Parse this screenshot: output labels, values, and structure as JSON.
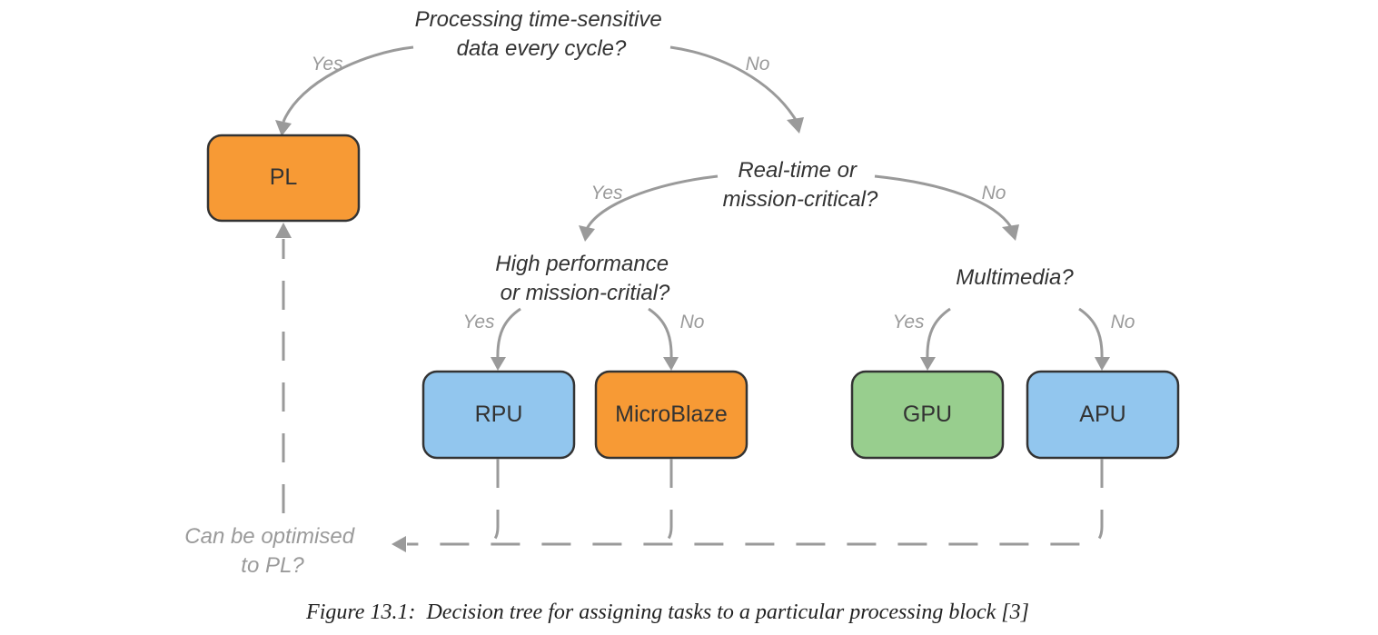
{
  "questions": {
    "q1": [
      "Processing time-sensitive",
      "data every cycle?"
    ],
    "q2": [
      "Real-time or",
      "mission-critical?"
    ],
    "q3": [
      "High performance",
      "or mission-critial?"
    ],
    "q4": [
      "Multimedia?"
    ],
    "q5": [
      "Can be optimised",
      "to PL?"
    ]
  },
  "edge_labels": {
    "yes": "Yes",
    "no": "No"
  },
  "nodes": {
    "pl": {
      "label": "PL",
      "color": "#f79a35"
    },
    "rpu": {
      "label": "RPU",
      "color": "#92c6ee"
    },
    "microblaze": {
      "label": "MicroBlaze",
      "color": "#f79a35"
    },
    "gpu": {
      "label": "GPU",
      "color": "#98ce8e"
    },
    "apu": {
      "label": "APU",
      "color": "#92c6ee"
    }
  },
  "caption": "Figure 13.1:  Decision tree for assigning tasks to a particular processing block [3]"
}
